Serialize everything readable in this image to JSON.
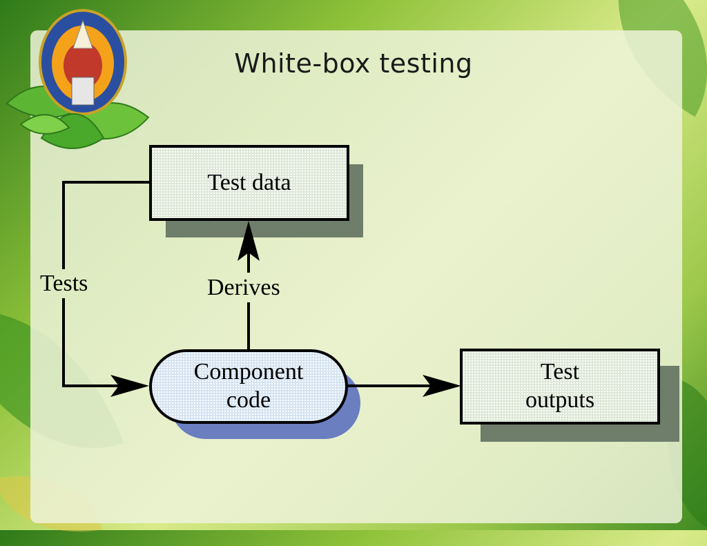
{
  "slide": {
    "title": "White-box testing"
  },
  "diagram": {
    "nodes": {
      "test_data": "Test data",
      "component_code_line1": "Component",
      "component_code_line2": "code",
      "test_outputs_line1": "Test",
      "test_outputs_line2": "outputs"
    },
    "edge_labels": {
      "tests": "Tests",
      "derives": "Derives"
    }
  },
  "colors": {
    "box_fill": "#dfe8d8",
    "box_shadow": "#6e7e6a",
    "component_fill": "#d6e4f2",
    "component_shadow": "#6a7ec0"
  },
  "logo": {
    "name": "university-seal-icon"
  }
}
